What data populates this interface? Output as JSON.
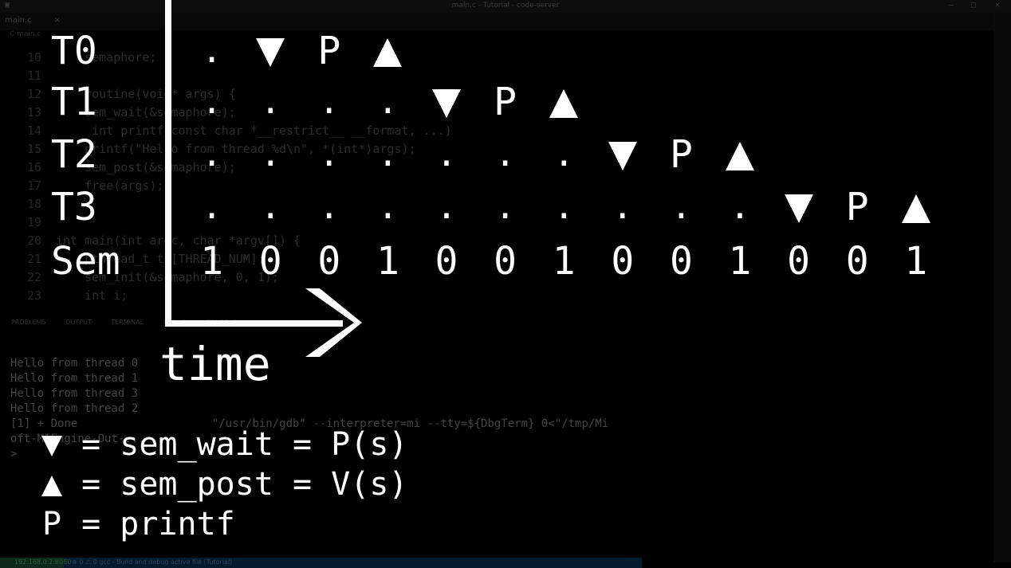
{
  "background": {
    "window_title": "main.c - Tutorial - code-server",
    "tab_label": "main.c",
    "tab_close": "×",
    "breadcrumb": "C main.c",
    "code_lines": [
      {
        "num": "10",
        "text": "    semaphore;"
      },
      {
        "num": "11",
        "text": ""
      },
      {
        "num": "12",
        "text": "    routine(void* args) {"
      },
      {
        "num": "13",
        "text": "    sem_wait(&semaphore);"
      },
      {
        "num": "14",
        "text": "     int printf(const char *__restrict__ __format, ...)"
      },
      {
        "num": "15",
        "text": "    printf(\"Hello from thread %d\\n\", *(int*)args);"
      },
      {
        "num": "16",
        "text": "    sem_post(&semaphore);"
      },
      {
        "num": "17",
        "text": "    free(args);"
      },
      {
        "num": "18",
        "text": ""
      },
      {
        "num": "19",
        "text": ""
      },
      {
        "num": "20",
        "text": "int main(int argc, char *argv[]) {"
      },
      {
        "num": "21",
        "text": "    pthread_t th[THREAD_NUM];"
      },
      {
        "num": "22",
        "text": "    sem_init(&semaphore, 0, 1);"
      },
      {
        "num": "23",
        "text": "    int i;"
      }
    ],
    "panel_tabs": "PROBLEMS OUTPUT TERMINAL DEBUG CONSOLE",
    "terminal_lines": [
      "Hello from thread 0",
      "Hello from thread 1",
      "Hello from thread 3",
      "Hello from thread 2",
      "[1] + Done                    \"/usr/bin/gdb\" --interpreter=mi --tty=${DbgTerm} 0<\"/tmp/Mi",
      "oft-MIEngine-Out-...",
      ">"
    ],
    "status_remote": "192.168.0.2:8080",
    "status_text": "⊗ 0 ⚠ 0    gcc - Build and debug active file (Tutorial)"
  },
  "diagram": {
    "rows": [
      {
        "label": "T0",
        "cells": [
          "",
          ".",
          "▼",
          "P",
          "▲",
          "",
          "",
          "",
          "",
          "",
          "",
          "",
          "",
          ""
        ]
      },
      {
        "label": "T1",
        "cells": [
          "",
          ".",
          ".",
          ".",
          ".",
          "▼",
          "P",
          "▲",
          "",
          "",
          "",
          "",
          "",
          ""
        ]
      },
      {
        "label": "T2",
        "cells": [
          "",
          ".",
          ".",
          ".",
          ".",
          ".",
          ".",
          ".",
          "▼",
          "P",
          "▲",
          "",
          "",
          ""
        ]
      },
      {
        "label": "T3",
        "cells": [
          "",
          ".",
          ".",
          ".",
          ".",
          ".",
          ".",
          ".",
          ".",
          ".",
          ".",
          "▼",
          "P",
          "▲"
        ]
      }
    ],
    "sem_row": {
      "label": "Sem",
      "values": [
        "1",
        "0",
        "0",
        "1",
        "0",
        "0",
        "1",
        "0",
        "0",
        "1",
        "0",
        "0",
        "1"
      ]
    },
    "time_label": "time"
  },
  "legend": [
    {
      "symbol": "down-triangle",
      "text": " = sem_wait = P(s)"
    },
    {
      "symbol": "up-triangle",
      "text": " = sem_post = V(s)"
    },
    {
      "symbol": "P",
      "text": " = printf"
    }
  ]
}
